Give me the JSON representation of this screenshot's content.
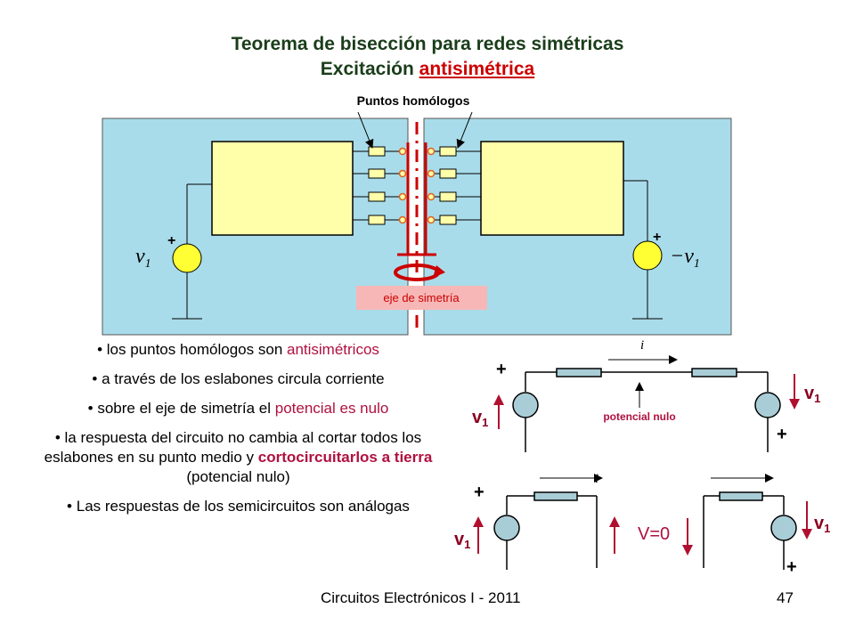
{
  "title": {
    "line1": "Teorema de bisección para redes simétricas",
    "line2_prefix": "Excitación ",
    "line2_highlight": "antisimétrica"
  },
  "diagram": {
    "homologous_label": "Puntos homólogos",
    "symmetry_axis_label": "eje de simetría",
    "left_source_label": "v",
    "left_source_sub": "1",
    "right_source_label": "−v",
    "right_source_sub": "1",
    "plus": "+"
  },
  "bullets": [
    {
      "pre": "los puntos homólogos son ",
      "hl": "antisimétricos",
      "post": ""
    },
    {
      "pre": "a través de los eslabones circula corriente",
      "hl": "",
      "post": ""
    },
    {
      "pre": "sobre el eje de simetría el ",
      "hl": "potencial es nulo",
      "post": ""
    },
    {
      "pre": "la respuesta del circuito no cambia al cortar todos los eslabones en su punto medio y ",
      "hl": "cortocircuitarlos a tierra",
      "post": " (potencial nulo)"
    },
    {
      "pre": "Las respuestas de los semicircuitos son análogas",
      "hl": "",
      "post": ""
    }
  ],
  "circuits": {
    "current_label": "i",
    "v_label": "v",
    "v_sub": "1",
    "null_potential_label": "potencial nulo",
    "zero_voltage_label": "V=0",
    "plus": "+"
  },
  "footer": {
    "course": "Circuitos Electrónicos I - 2011",
    "page": "47"
  },
  "colors": {
    "panel": "#a9dcea",
    "title": "#1a3d1a",
    "accent_red": "#cc0000",
    "source_yellow": "#ffff33",
    "resistor_fill": "#ffffaa",
    "label_pink": "#f7b7b7",
    "arrow_dark_red": "#b01030"
  }
}
